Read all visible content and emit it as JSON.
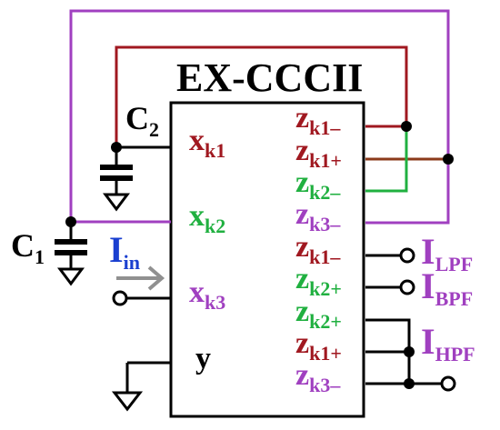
{
  "block": {
    "title": "EX-CCCII"
  },
  "colors": {
    "maroon": "#a01820",
    "green": "#20b040",
    "purple": "#a040c0",
    "blue": "#1a3fd0",
    "black": "#000000"
  },
  "left_ports": [
    {
      "main": "x",
      "sub": "k1",
      "color": "#a01820"
    },
    {
      "main": "x",
      "sub": "k2",
      "color": "#20b040"
    },
    {
      "main": "x",
      "sub": "k3",
      "color": "#a040c0"
    },
    {
      "main": "y",
      "sub": "",
      "color": "#000000"
    }
  ],
  "right_ports": [
    {
      "main": "z",
      "sub": "k1–",
      "color": "#a01820"
    },
    {
      "main": "z",
      "sub": "k1+",
      "color": "#a01820"
    },
    {
      "main": "z",
      "sub": "k2–",
      "color": "#20b040"
    },
    {
      "main": "z",
      "sub": "k3–",
      "color": "#a040c0"
    },
    {
      "main": "z",
      "sub": "k1–",
      "color": "#a01820"
    },
    {
      "main": "z",
      "sub": "k2+",
      "color": "#20b040"
    },
    {
      "main": "z",
      "sub": "k2+",
      "color": "#20b040"
    },
    {
      "main": "z",
      "sub": "k1+",
      "color": "#a01820"
    },
    {
      "main": "z",
      "sub": "k3–",
      "color": "#a040c0"
    }
  ],
  "capacitors": [
    {
      "main": "C",
      "sub": "1"
    },
    {
      "main": "C",
      "sub": "2"
    }
  ],
  "input": {
    "main": "I",
    "sub": "in"
  },
  "outputs": [
    {
      "main": "I",
      "sub": "LPF"
    },
    {
      "main": "I",
      "sub": "BPF"
    },
    {
      "main": "I",
      "sub": "HPF"
    }
  ]
}
